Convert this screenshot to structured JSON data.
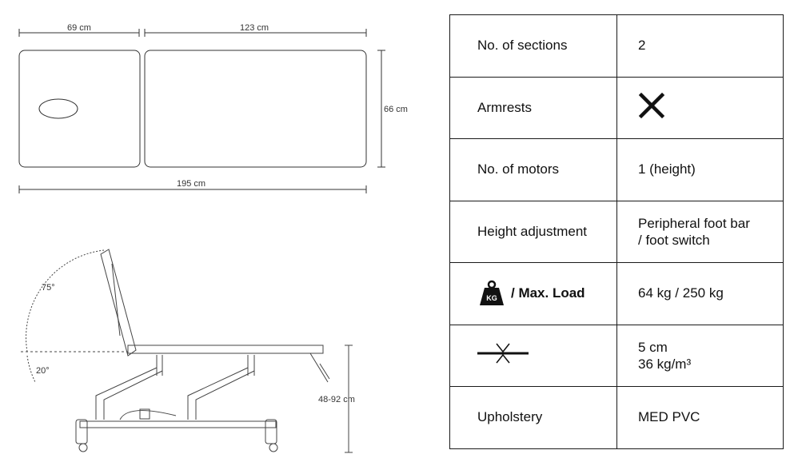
{
  "top_view": {
    "head_width": "69 cm",
    "body_width": "123 cm",
    "height": "66 cm",
    "total_length": "195 cm"
  },
  "side_view": {
    "backrest_angle": "75°",
    "lower_angle": "20°",
    "height_range": "48-92 cm"
  },
  "specs": {
    "rows": [
      {
        "label": "No. of sections",
        "value": "2"
      },
      {
        "label": "Armrests",
        "value_icon": "cross-icon"
      },
      {
        "label": "No. of motors",
        "value": "1 (height)"
      },
      {
        "label": "Height adjustment",
        "value": "Peripheral foot bar\n/ foot switch"
      },
      {
        "label_icon": "weight-kg-icon",
        "icon_text": "KG",
        "label": "/ Max. Load",
        "value": "64 kg / 250 kg"
      },
      {
        "label_icon": "compression-icon",
        "value": "5 cm\n36 kg/m³"
      },
      {
        "label": "Upholstery",
        "value": "MED PVC"
      }
    ]
  }
}
